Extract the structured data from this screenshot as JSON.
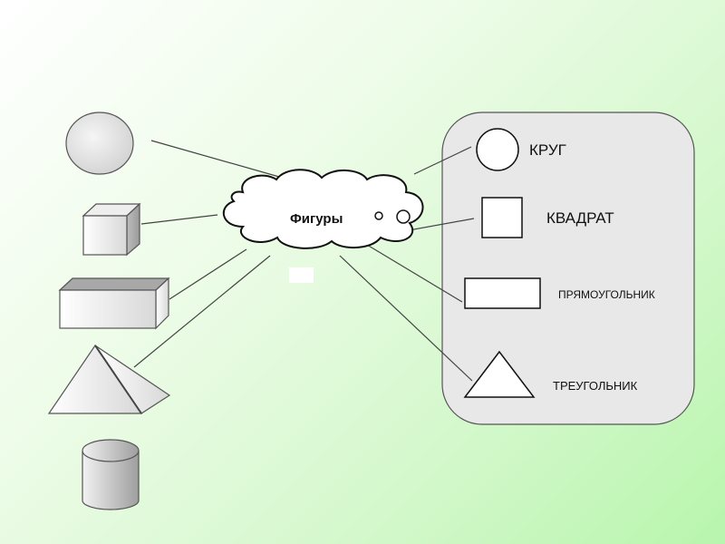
{
  "center": {
    "label": "Фигуры"
  },
  "categories": [
    {
      "label": "КРУГ"
    },
    {
      "label": "КВАДРАТ"
    },
    {
      "label": "ПРЯМОУГОЛЬНИК"
    },
    {
      "label": "ТРЕУГОЛЬНИК"
    }
  ],
  "solids": [
    "sphere",
    "cube",
    "rectangular-prism",
    "pyramid",
    "cylinder"
  ],
  "colors": {
    "panel_fill": "#e8e8e8",
    "line": "#444444",
    "shape_fill": "#ffffff"
  }
}
